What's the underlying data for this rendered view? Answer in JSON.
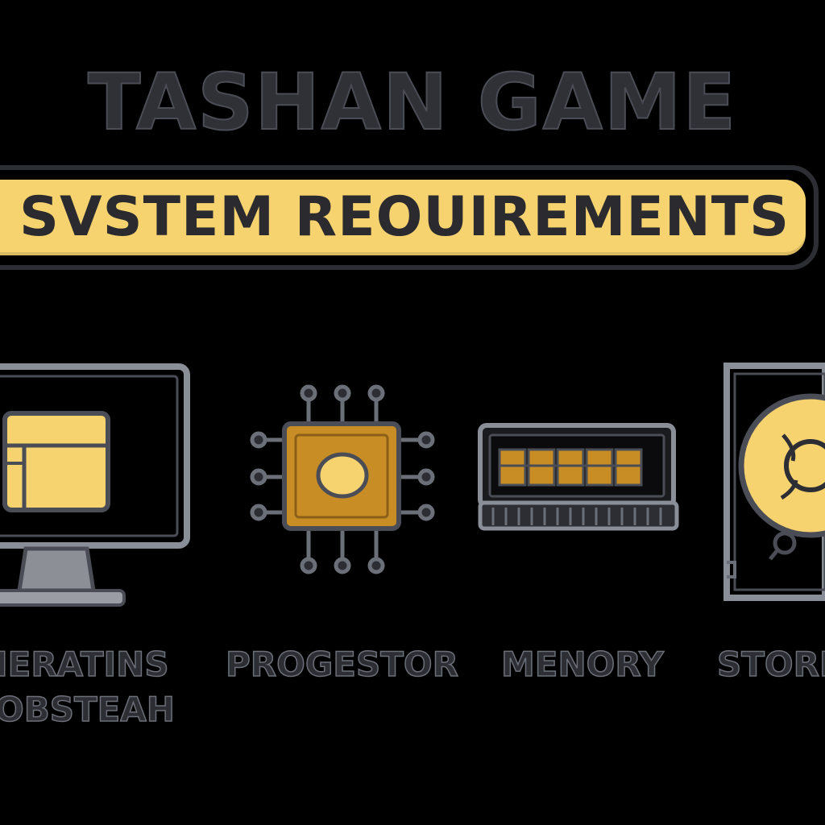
{
  "title": "TASHAN GAME",
  "banner": "SVSTEM REOUIREMENTS",
  "items": [
    {
      "label_line1": "IERATINS",
      "label_line2": "OBSTEAH",
      "icon": "monitor-window-icon"
    },
    {
      "label_line1": "PROGESTOR",
      "icon": "cpu-chip-icon"
    },
    {
      "label_line1": "MENORY",
      "icon": "memory-ram-icon"
    },
    {
      "label_line1": "STORI",
      "icon": "storage-drive-icon"
    }
  ],
  "colors": {
    "background": "#000000",
    "accent": "#f7d36f",
    "outline": "#4a4d55",
    "text": "#2c2e34"
  }
}
